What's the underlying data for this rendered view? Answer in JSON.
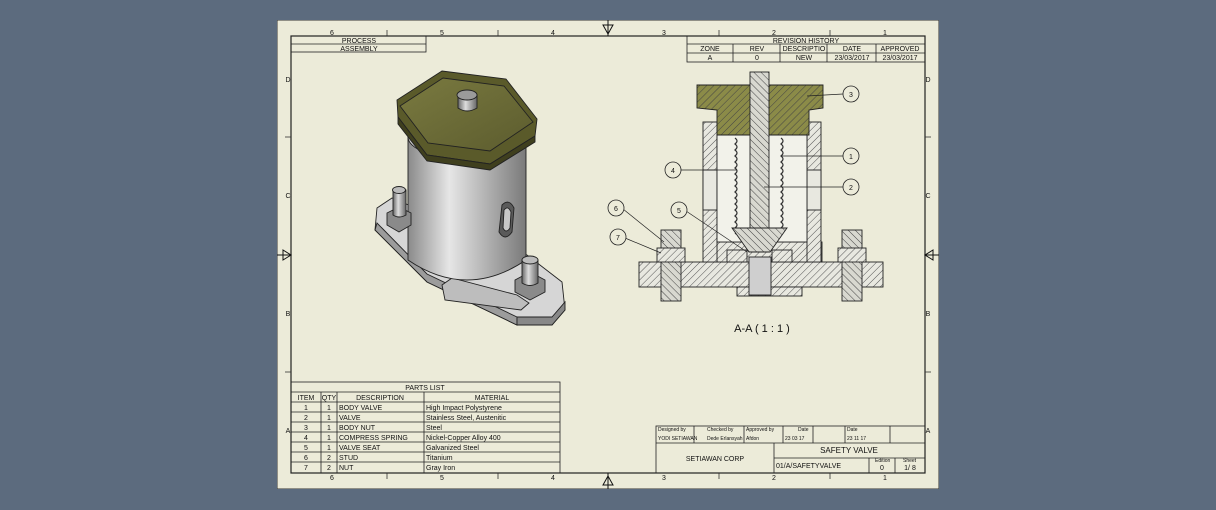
{
  "colors": {
    "background": "#5c6b7e",
    "sheet": "#ecebd9",
    "nut_olive": "#6b6b35",
    "body_grey": "#c8c8c8"
  },
  "border": {
    "top_zones": [
      "6",
      "5",
      "4",
      "3",
      "2",
      "1"
    ],
    "side_zones": [
      "D",
      "C",
      "B",
      "A"
    ]
  },
  "title_block_top": {
    "process": "PROCESS",
    "assembly": "ASSEMBLY"
  },
  "revision": {
    "title": "REVISION HISTORY",
    "headers": [
      "ZONE",
      "REV",
      "DESCRIPTIO",
      "DATE",
      "APPROVED"
    ],
    "row": [
      "A",
      "0",
      "NEW",
      "23/03/2017",
      "23/03/2017"
    ]
  },
  "section_view": {
    "label": "A-A ( 1 : 1 )"
  },
  "balloons": [
    "1",
    "2",
    "3",
    "4",
    "5",
    "6",
    "7"
  ],
  "parts_list": {
    "title": "PARTS LIST",
    "headers": [
      "ITEM",
      "QTY",
      "DESCRIPTION",
      "MATERIAL"
    ],
    "rows": [
      [
        "1",
        "1",
        "BODY VALVE",
        "High Impact Polystyrene"
      ],
      [
        "2",
        "1",
        "VALVE",
        "Stainless Steel, Austenitic"
      ],
      [
        "3",
        "1",
        "BODY NUT",
        "Steel"
      ],
      [
        "4",
        "1",
        "COMPRESS SPRING",
        "Nickel-Copper Alloy 400"
      ],
      [
        "5",
        "1",
        "VALVE SEAT",
        "Galvanized Steel"
      ],
      [
        "6",
        "2",
        "STUD",
        "Titanium"
      ],
      [
        "7",
        "2",
        "NUT",
        "Gray Iron"
      ]
    ]
  },
  "title_block": {
    "designed_by_label": "Designed by",
    "designed_by": "YODI SETIAWAN",
    "checked_by_label": "Checked by",
    "checked_by": "Dede Erlansyah",
    "approved_by_label": "Approved by",
    "approved_by": "Afdon",
    "date_label": "Date",
    "date1": "23 03 17",
    "date2_label": "Date",
    "date2": "23 11 17",
    "company": "SETIAWAN CORP",
    "title": "SAFETY VALVE",
    "doc_number": "01/A/SAFETYVALVE",
    "edition_label": "Edition",
    "edition": "0",
    "sheet_label": "Sheet",
    "sheet": "1/ 8"
  }
}
